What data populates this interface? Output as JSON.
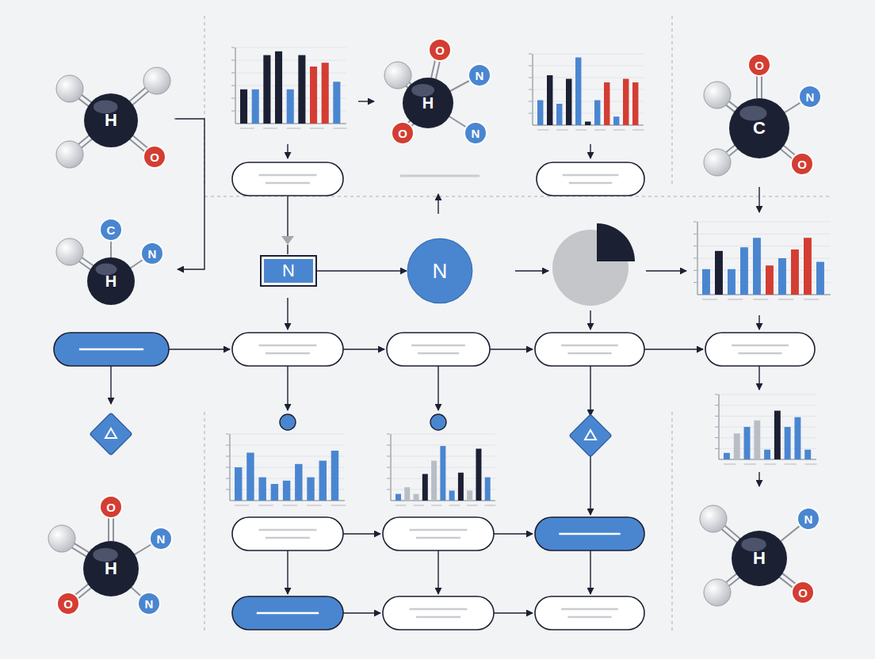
{
  "diagram": {
    "nodes": [
      {
        "text": [
          "N"
        ]
      },
      {
        "text": [
          "N"
        ]
      }
    ],
    "edges": [
      {
        "from": 0,
        "to": 1,
        "arrow": "to"
      }
    ],
    "labels": [
      "H",
      "O",
      "H",
      "O",
      "N",
      "O",
      "N",
      "C",
      "O",
      "N",
      "O",
      "H",
      "C",
      "N",
      "H",
      "O",
      "N",
      "O",
      "N",
      "H",
      "N",
      "O"
    ]
  }
}
